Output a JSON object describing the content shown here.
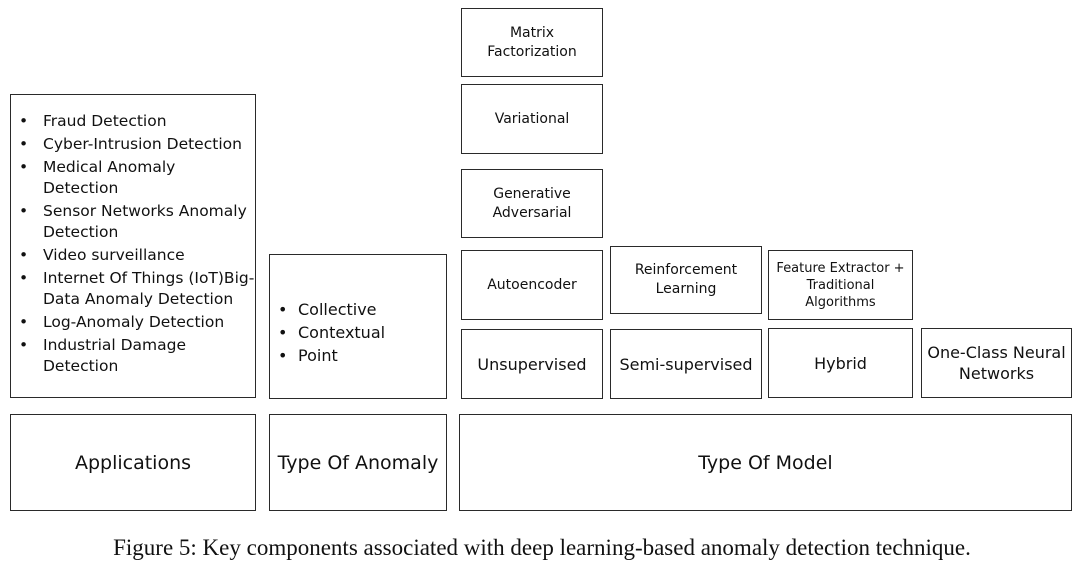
{
  "applications": {
    "items": [
      "Fraud Detection",
      "Cyber-Intrusion Detection",
      "Medical Anomaly Detection",
      "Sensor Networks Anomaly Detection",
      "Video surveillance",
      "Internet Of Things (IoT)Big- Data  Anomaly Detection",
      "Log-Anomaly Detection",
      "Industrial Damage Detection"
    ],
    "label": "Applications"
  },
  "anomaly": {
    "items": [
      "Collective",
      "Contextual",
      "Point"
    ],
    "label": "Type Of Anomaly"
  },
  "model": {
    "label": "Type Of Model",
    "unsupervised": {
      "label": "Unsupervised",
      "subtypes": [
        "Autoencoder",
        "Generative Adversarial",
        "Variational",
        "Matrix Factorization"
      ]
    },
    "semi_supervised": {
      "label": "Semi-supervised",
      "subtypes": [
        "Reinforcement Learning"
      ]
    },
    "hybrid": {
      "label": "Hybrid",
      "subtypes": [
        "Feature Extractor + Traditional Algorithms"
      ]
    },
    "one_class": {
      "label": "One-Class Neural Networks"
    }
  },
  "caption": "Figure 5: Key components associated with deep learning-based anomaly detection technique."
}
